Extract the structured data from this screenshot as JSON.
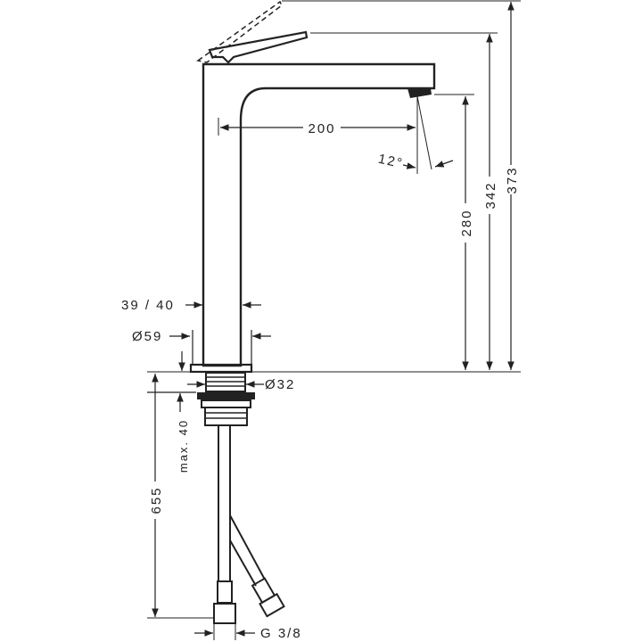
{
  "drawing": {
    "subject": "Single-lever basin mixer tall spout technical drawing",
    "colors": {
      "line": "#222222",
      "background": "#ffffff"
    },
    "dimensions": {
      "spout_reach": "200",
      "spray_angle": "12°",
      "spout_height": "280",
      "body_height": "342",
      "total_height": "373",
      "body_width": "39 / 40",
      "base_diameter": "Ø59",
      "thread_diameter": "Ø32",
      "max_deck_thickness": "max. 40",
      "hose_length": "655",
      "connection_thread": "G 3/8"
    }
  }
}
